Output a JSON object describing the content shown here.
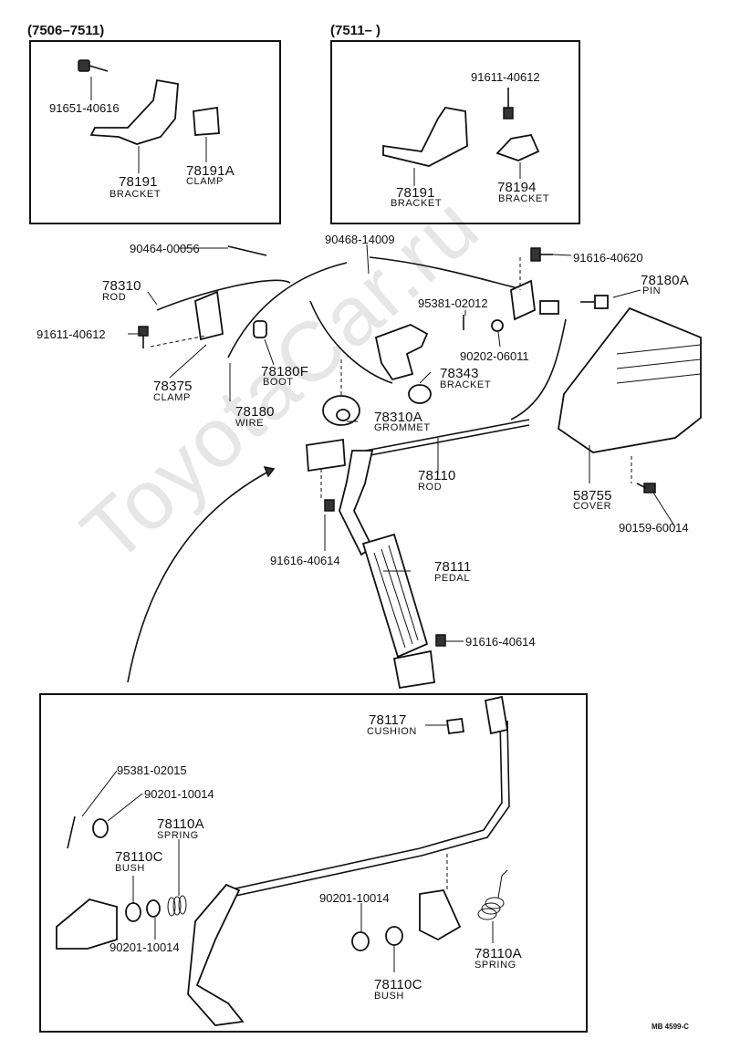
{
  "watermark": "ToyotaCar.ru",
  "doc_code": "MB 4599-C",
  "ranges": {
    "left": "(7506–7511)",
    "right": "(7511–        )"
  },
  "parts": {
    "p91651_40616": {
      "number": "91651-40616"
    },
    "p78191_a": {
      "number": "78191",
      "name": "BRACKET"
    },
    "p78191A": {
      "number": "78191A",
      "name": "CLAMP"
    },
    "p91611_40612_a": {
      "number": "91611-40612"
    },
    "p78191_b": {
      "number": "78191",
      "name": "BRACKET"
    },
    "p78194": {
      "number": "78194",
      "name": "BRACKET"
    },
    "p90464_00056": {
      "number": "90464-00056"
    },
    "p90468_14009": {
      "number": "90468-14009"
    },
    "p91616_40620": {
      "number": "91616-40620"
    },
    "p78180A": {
      "number": "78180A",
      "name": "PIN"
    },
    "p78310": {
      "number": "78310",
      "name": "ROD"
    },
    "p95381_02012": {
      "number": "95381-02012"
    },
    "p91611_40612_b": {
      "number": "91611-40612"
    },
    "p90202_06011": {
      "number": "90202-06011"
    },
    "p78343": {
      "number": "78343",
      "name": "BRACKET"
    },
    "p78375": {
      "number": "78375",
      "name": "CLAMP"
    },
    "p78180F": {
      "number": "78180F",
      "name": "BOOT"
    },
    "p78180": {
      "number": "78180",
      "name": "WIRE"
    },
    "p78310A": {
      "number": "78310A",
      "name": "GROMMET"
    },
    "p78110": {
      "number": "78110",
      "name": "ROD"
    },
    "p58755": {
      "number": "58755",
      "name": "COVER"
    },
    "p90159_60014": {
      "number": "90159-60014"
    },
    "p91616_40614_a": {
      "number": "91616-40614"
    },
    "p78111": {
      "number": "78111",
      "name": "PEDAL"
    },
    "p91616_40614_b": {
      "number": "91616-40614"
    },
    "p78117": {
      "number": "78117",
      "name": "CUSHION"
    },
    "p95381_02015": {
      "number": "95381-02015"
    },
    "p90201_10014_a": {
      "number": "90201-10014"
    },
    "p78110A_a": {
      "number": "78110A",
      "name": "SPRING"
    },
    "p78110C_a": {
      "number": "78110C",
      "name": "BUSH"
    },
    "p90201_10014_b": {
      "number": "90201-10014"
    },
    "p90201_10014_c": {
      "number": "90201-10014"
    },
    "p78110A_b": {
      "number": "78110A",
      "name": "SPRING"
    },
    "p78110C_b": {
      "number": "78110C",
      "name": "BUSH"
    }
  }
}
